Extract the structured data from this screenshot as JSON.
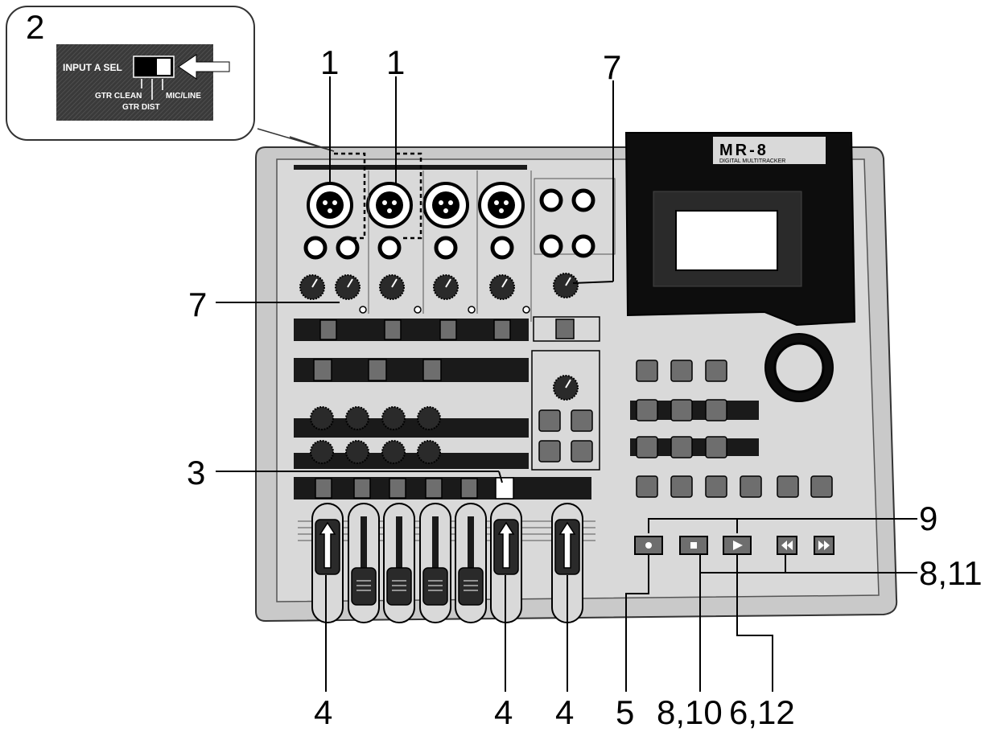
{
  "inset": {
    "number": "2",
    "switch_title": "INPUT A SEL",
    "options": [
      "GTR CLEAN",
      "GTR DIST",
      "MIC/LINE"
    ]
  },
  "device": {
    "brand": "MR-8",
    "subtitle": "DIGITAL MULTITRACKER"
  },
  "callouts": {
    "c1a": "1",
    "c1b": "1",
    "c7_top": "7",
    "c7_left": "7",
    "c3": "3",
    "c9": "9",
    "c8_11": "8,11",
    "c4a": "4",
    "c4b": "4",
    "c4c": "4",
    "c5": "5",
    "c8_10": "8,10",
    "c6_12": "6,12"
  },
  "colors": {
    "body": "#c9c9c9",
    "panel": "#d9d9d9",
    "strip": "#1a1a1a",
    "display": "#0d0d0d",
    "screen": "#ffffff",
    "knob": "#2a2a2a",
    "button": "#6e6e6e"
  }
}
